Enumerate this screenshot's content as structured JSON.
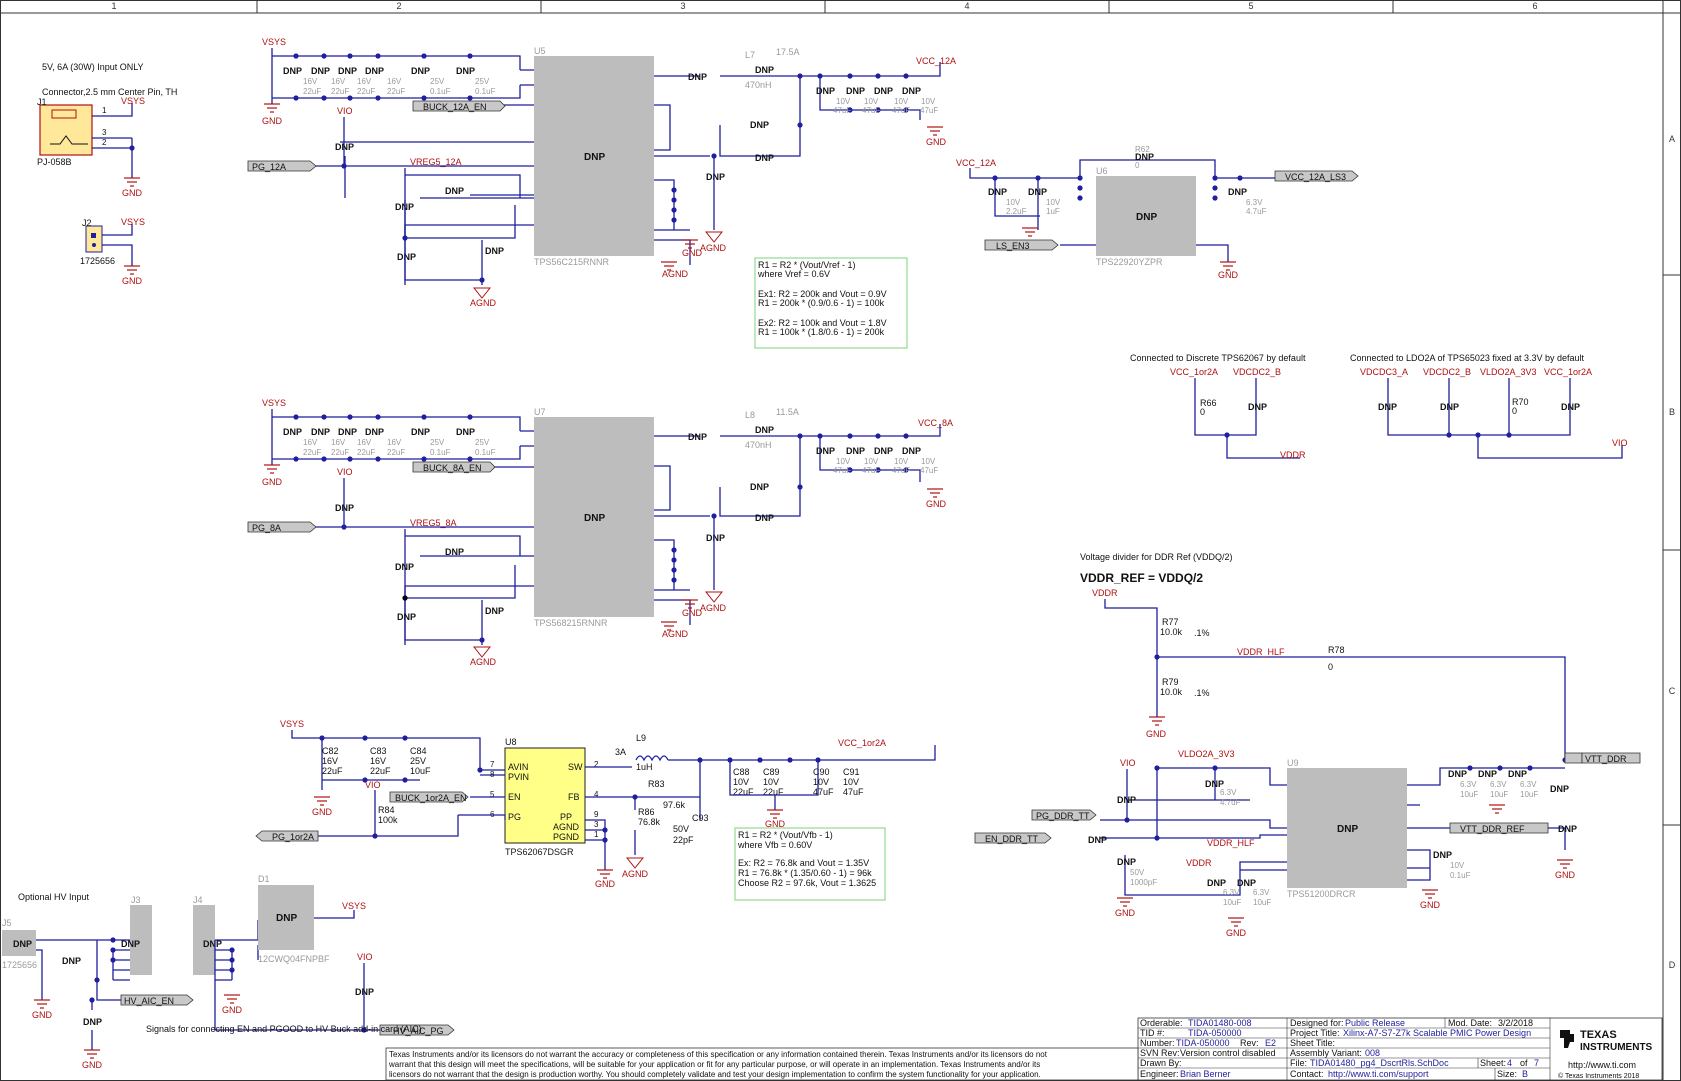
{
  "border": {
    "columns": [
      "1",
      "2",
      "3",
      "4",
      "5",
      "6"
    ],
    "rows": [
      "A",
      "B",
      "C",
      "D"
    ]
  },
  "notes": {
    "input_spec": "5V, 6A (30W) Input ONLY",
    "connector": "Connector,2.5 mm Center Pin, TH",
    "optional_hv": "Optional HV Input",
    "signals_hv": "Signals for connecting EN and PGOOD to HV Buck add-in card (AIC)",
    "discrete_tps": "Connected to Discrete TPS62067 by default",
    "ldo2a": "Connected to LDO2A of TPS65023 fixed at 3.3V by default",
    "vddr_div": "Voltage divider for DDR Ref (VDDQ/2)",
    "vddr_eq": "VDDR_REF = VDDQ/2"
  },
  "formula1": [
    "R1 = R2 * (Vout/Vref - 1)",
    "where Vref = 0.6V",
    "",
    "Ex1: R2 = 200k and Vout = 0.9V",
    "R1 = 200k * (0.9/0.6 - 1) = 100k",
    "",
    "Ex2: R2 = 100k and Vout = 1.8V",
    "R1 = 100k * (1.8/0.6 - 1) = 200k"
  ],
  "formula2": [
    "R1 = R2 * (Vout/Vfb - 1)",
    "where Vfb = 0.60V",
    "",
    "Ex: R2 = 76.8k and Vout = 1.35V",
    "R1 = 76.8k * (1.35/0.60 - 1) = 96k",
    "Choose R2 = 97.6k, Vout = 1.3625"
  ],
  "nets": {
    "vsys": "VSYS",
    "vio": "VIO",
    "gnd": "GND",
    "agnd": "AGND",
    "vcc12a": "VCC_12A",
    "vcc8a": "VCC_8A",
    "vcc1or2a": "VCC_1or2A",
    "vcc12a_ls3": "VCC_12A_LS3",
    "vtt_ddr": "VTT_DDR",
    "vtt_ddr_ref": "VTT_DDR_REF",
    "vddr": "VDDR",
    "vddr_hlf": "VDDR_HLF",
    "vldo2a": "VLDO2A_3V3",
    "vcc_1or2a": "VCC_1or2A",
    "vdcdc2b": "VDCDC2_B",
    "vdcdc3a": "VDCDC3_A",
    "vreg5_12a": "VREG5_12A",
    "vreg5_8a": "VREG5_8A"
  },
  "ports": {
    "buck12a": "BUCK_12A_EN",
    "pg12a": "PG_12A",
    "buck8a": "BUCK_8A_EN",
    "pg8a": "PG_8A",
    "buck1or2a": "BUCK_1or2A_EN",
    "pg1or2a": "PG_1or2A",
    "ls_en3": "LS_EN3",
    "pg_ddr_tt": "PG_DDR_TT",
    "en_ddr_tt": "EN_DDR_TT",
    "hv_aic_en": "HV_AIC_EN",
    "hv_aic_pg": "HV_AIC_PG"
  },
  "parts": {
    "j1": "J1",
    "pj058b": "PJ-058B",
    "j2": "J2",
    "j2pn": "1725656",
    "u5": "U5",
    "u5pn": "TPS56C215RNNR",
    "u7": "U7",
    "u7pn": "TPS568215RNNR",
    "u6": "U6",
    "u6pn": "TPS22920YZPR",
    "u8": "U8",
    "u8pn": "TPS62067DSGR",
    "u9": "U9",
    "u9pn": "TPS51200DRCR",
    "d1": "D1",
    "d1pn": "12CWQ04FNPBF",
    "j3": "J3",
    "j4": "J4",
    "j5": "J5",
    "j5pn": "1725656",
    "dnp": "DNP",
    "l7": "L7",
    "l7v": "470nH",
    "l7i": "17.5A",
    "l8": "L8",
    "l8v": "470nH",
    "l8i": "11.5A",
    "l9": "L9",
    "l9v": "1uH",
    "l9i": "3A",
    "r77": "R77",
    "r77v": "10.0k",
    ".1": ".1%",
    "r79": "R79",
    "r79v": "10.0k",
    "r78": "R78",
    "r78v": "0",
    "r66": "R66",
    "r66v": "0",
    "r70": "R70",
    "r70v": "0",
    "r84": "R84",
    "r84v": "100k",
    "r83": "R83",
    "r83v": "97.6k",
    "r86": "R86",
    "r86v": "76.8k",
    "c93": "C93",
    "c93v": "50V",
    "c93c": "22pF",
    "c82": "C82",
    "c83": "C83",
    "c84": "C84",
    "c88": "C88",
    "c89": "C89",
    "c90": "C90",
    "c91": "C91"
  },
  "u8pins": {
    "left": [
      "AVIN",
      "PVIN",
      "EN",
      "PG"
    ],
    "right": [
      "SW",
      "FB",
      "PP",
      "AGND",
      "PGND"
    ]
  },
  "title_block": {
    "orderable_l": "Orderable:",
    "orderable": "TIDA01480-008",
    "tid_l": "TID #:",
    "tid": "TIDA-050000",
    "number_l": "Number:",
    "number": "TIDA-050000",
    "rev_l": "Rev:",
    "rev": "E2",
    "svn_l": "SVN Rev:",
    "svn": "Version control disabled",
    "drawn_l": "Drawn By:",
    "eng_l": "Engineer:",
    "eng": "Brian Berner",
    "designed_l": "Designed for:",
    "designed": "Public Release",
    "mod_l": "Mod. Date:",
    "mod": "3/2/2018",
    "project_l": "Project Title:",
    "project": "Xilinx-A7-S7-Z7k Scalable PMIC Power Design",
    "sheet_title_l": "Sheet Title:",
    "variant_l": "Assembly Variant:",
    "variant": "008",
    "sheet_l": "Sheet:",
    "sheet": "4",
    "of_l": "of",
    "of": "7",
    "file_l": "File:",
    "file": "TIDA01480_pg4_DscrtRls.SchDoc",
    "size_l": "Size:",
    "size": "B",
    "contact_l": "Contact:",
    "contact": "http://www.ti.com/support",
    "ti_url": "http://www.ti.com",
    "copyright": "© Texas Instruments  2018",
    "ti_name1": "TEXAS",
    "ti_name2": "INSTRUMENTS"
  },
  "disclaimer": [
    "Texas Instruments and/or its licensors do not warrant the accuracy or completeness of this specification or any information contained therein. Texas Instruments and/or its licensors do not",
    "warrant that this design will meet the specifications, will be suitable for your application or fit for any particular purpose, or will operate in an implementation. Texas Instruments and/or its",
    "licensors do not warrant that the design is production worthy. You should completely validate and test your design implementation to confirm the system functionality for your application."
  ]
}
